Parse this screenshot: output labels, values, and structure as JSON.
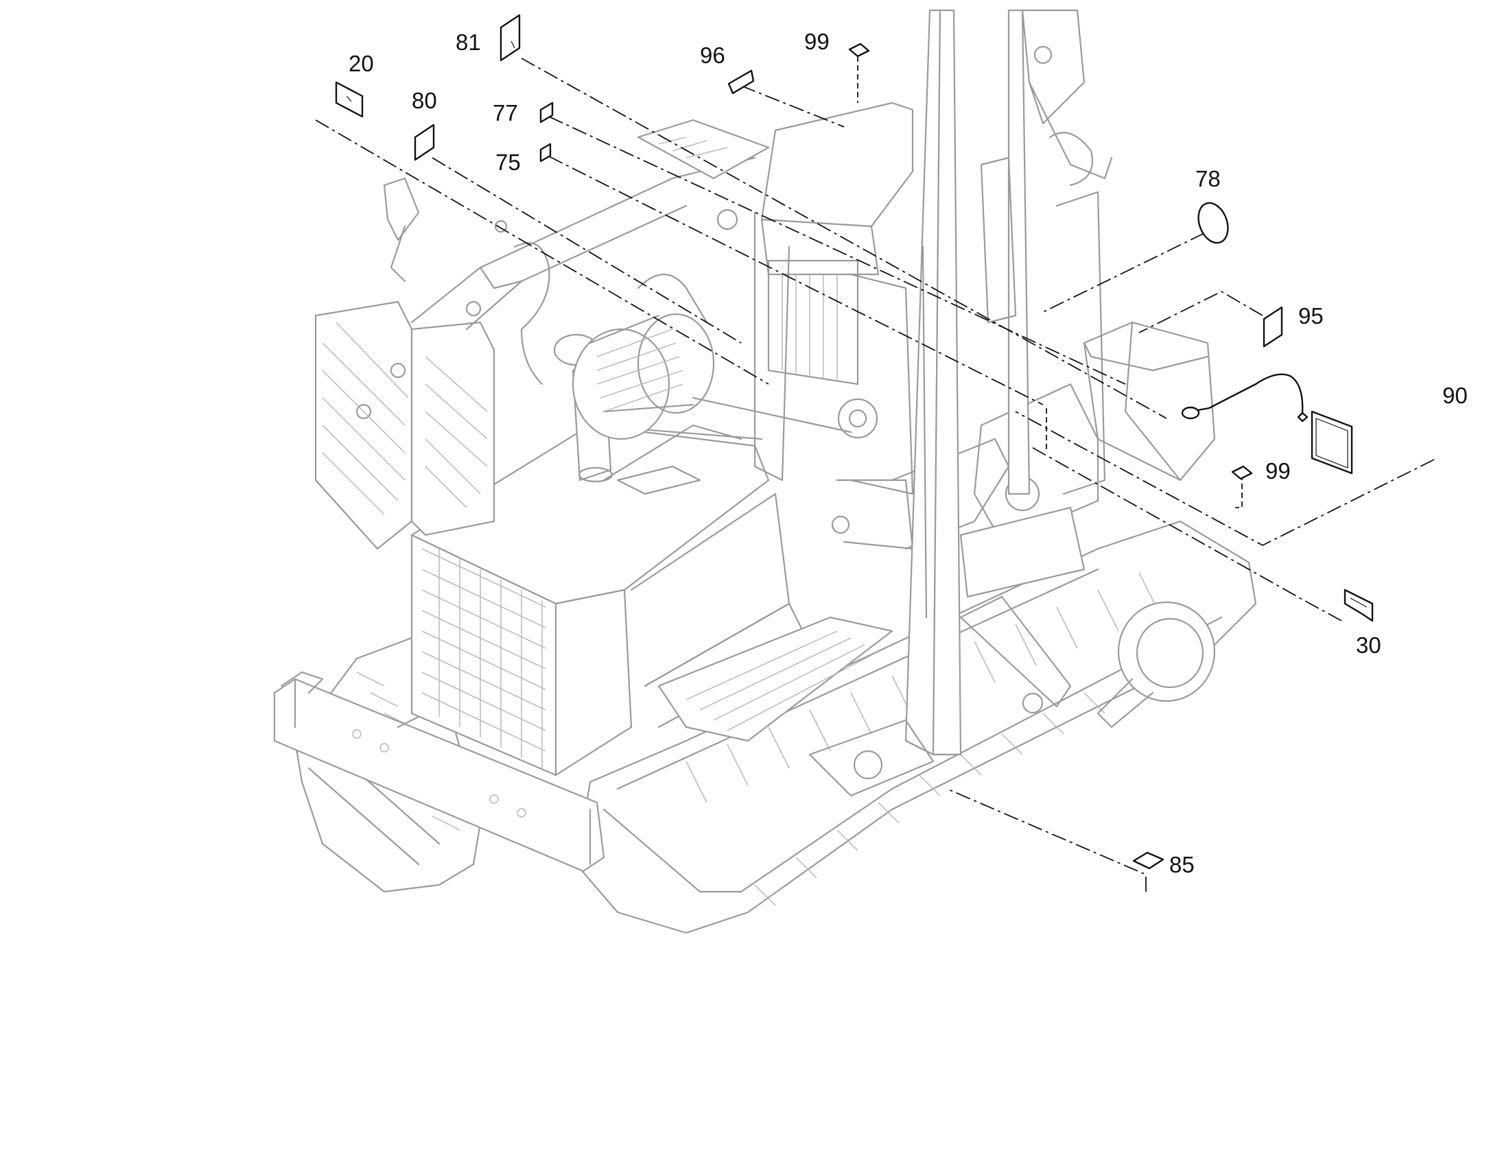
{
  "callouts": {
    "c20": "20",
    "c81": "81",
    "c80": "80",
    "c77": "77",
    "c75": "75",
    "c96": "96",
    "c99_top": "99",
    "c78": "78",
    "c95": "95",
    "c90": "90",
    "c99_right": "99",
    "c30": "30",
    "c85": "85"
  }
}
